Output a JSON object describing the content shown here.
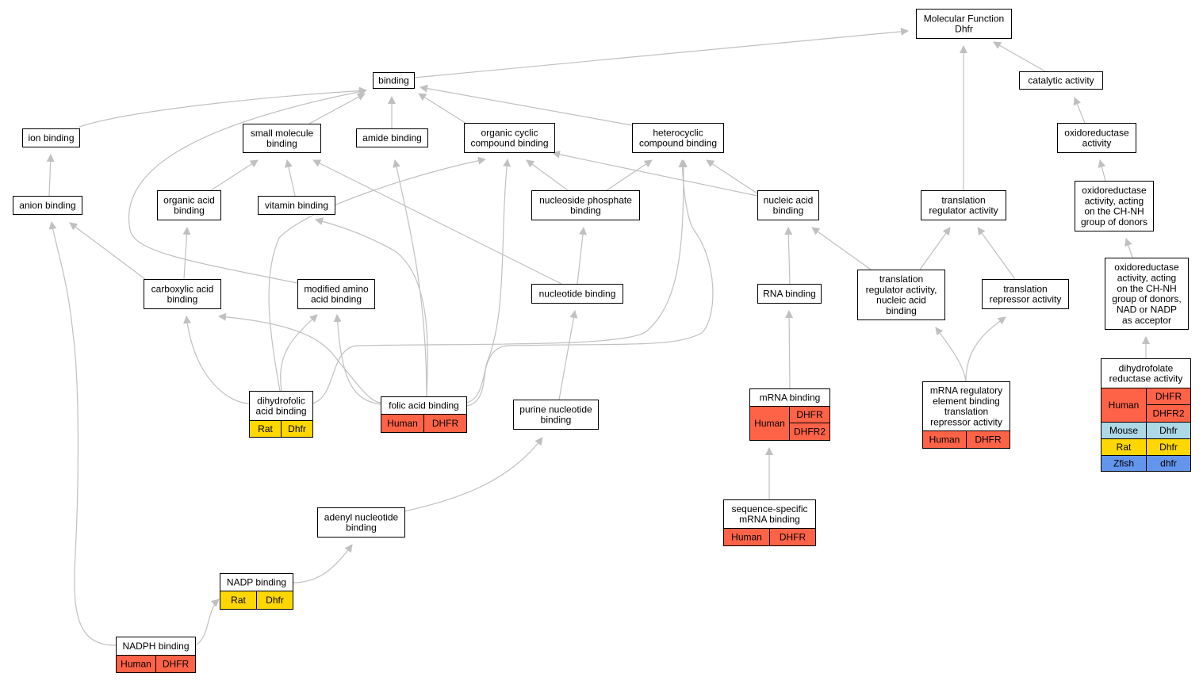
{
  "colors": {
    "human": "#ff6347",
    "mouse": "#add8e6",
    "rat": "#ffd700",
    "zfish": "#6495ed",
    "edge": "#c0c0c0"
  },
  "nodes": {
    "molecular_function": [
      "Molecular Function",
      "Dhfr"
    ],
    "binding": [
      "binding"
    ],
    "catalytic_activity": [
      "catalytic activity"
    ],
    "ion_binding": [
      "ion binding"
    ],
    "small_molecule_binding": [
      "small molecule",
      "binding"
    ],
    "amide_binding": [
      "amide binding"
    ],
    "organic_cyclic": [
      "organic cyclic",
      "compound binding"
    ],
    "heterocyclic": [
      "heterocyclic",
      "compound binding"
    ],
    "oxidoreductase": [
      "oxidoreductase",
      "activity"
    ],
    "anion_binding": [
      "anion binding"
    ],
    "organic_acid_binding": [
      "organic acid",
      "binding"
    ],
    "vitamin_binding": [
      "vitamin binding"
    ],
    "nucleoside_phosphate": [
      "nucleoside phosphate",
      "binding"
    ],
    "nucleic_acid_binding": [
      "nucleic acid",
      "binding"
    ],
    "translation_regulator": [
      "translation",
      "regulator activity"
    ],
    "oxidoreductase_chnh": [
      "oxidoreductase",
      "activity, acting",
      "on the CH-NH",
      "group of donors"
    ],
    "carboxylic_acid": [
      "carboxylic acid",
      "binding"
    ],
    "modified_amino_acid": [
      "modified amino",
      "acid binding"
    ],
    "nucleotide_binding": [
      "nucleotide binding"
    ],
    "rna_binding": [
      "RNA binding"
    ],
    "translation_regulator_nucleic": [
      "translation",
      "regulator activity,",
      "nucleic acid",
      "binding"
    ],
    "translation_repressor": [
      "translation",
      "repressor activity"
    ],
    "oxidoreductase_nadp": [
      "oxidoreductase",
      "activity, acting",
      "on the CH-NH",
      "group of donors,",
      "NAD or NADP",
      "as acceptor"
    ],
    "dihydrofolic": [
      "dihydrofolic",
      "acid binding"
    ],
    "folic_acid": [
      "folic acid binding"
    ],
    "purine_nucleotide": [
      "purine nucleotide",
      "binding"
    ],
    "mrna_binding": [
      "mRNA binding"
    ],
    "mrna_regulatory": [
      "mRNA regulatory",
      "element binding",
      "translation",
      "repressor activity"
    ],
    "dhfr_activity": [
      "dihydrofolate",
      "reductase activity"
    ],
    "sequence_specific": [
      "sequence-specific",
      "mRNA binding"
    ],
    "adenyl_nucleotide": [
      "adenyl nucleotide",
      "binding"
    ],
    "nadp_binding": [
      "NADP binding"
    ],
    "nadph_binding": [
      "NADPH binding"
    ]
  },
  "annotations": {
    "dihydrofolic": [
      {
        "species": "Rat",
        "genes": [
          "Dhfr"
        ],
        "color": "rat"
      }
    ],
    "folic_acid": [
      {
        "species": "Human",
        "genes": [
          "DHFR"
        ],
        "color": "human"
      }
    ],
    "mrna_binding": [
      {
        "species": "Human",
        "genes": [
          "DHFR",
          "DHFR2"
        ],
        "color": "human"
      }
    ],
    "mrna_regulatory": [
      {
        "species": "Human",
        "genes": [
          "DHFR"
        ],
        "color": "human"
      }
    ],
    "dhfr_activity": [
      {
        "species": "Human",
        "genes": [
          "DHFR",
          "DHFR2"
        ],
        "color": "human"
      },
      {
        "species": "Mouse",
        "genes": [
          "Dhfr"
        ],
        "color": "mouse"
      },
      {
        "species": "Rat",
        "genes": [
          "Dhfr"
        ],
        "color": "rat"
      },
      {
        "species": "Zfish",
        "genes": [
          "dhfr"
        ],
        "color": "zfish"
      }
    ],
    "sequence_specific": [
      {
        "species": "Human",
        "genes": [
          "DHFR"
        ],
        "color": "human"
      }
    ],
    "nadp_binding": [
      {
        "species": "Rat",
        "genes": [
          "Dhfr"
        ],
        "color": "rat"
      }
    ],
    "nadph_binding": [
      {
        "species": "Human",
        "genes": [
          "DHFR"
        ],
        "color": "human"
      }
    ]
  }
}
